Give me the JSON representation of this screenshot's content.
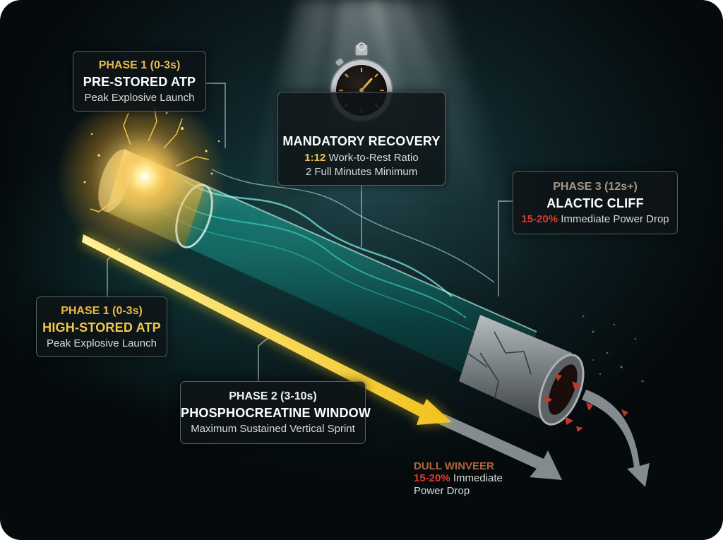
{
  "colors": {
    "gold": "#f1c84a",
    "teal": "#1fb7a6",
    "danger_red": "#e0392b",
    "card_bg": "#0e1416",
    "background": "#0c1d21"
  },
  "icons": {
    "stopwatch": "stopwatch-icon",
    "arrow": "down-right-arrow-icon"
  },
  "phase1_top": {
    "heading": "PHASE 1 (0-3s)",
    "title": "PRE-STORED ATP",
    "subtitle": "Peak Explosive Launch"
  },
  "recovery": {
    "title": "MANDATORY RECOVERY",
    "ratio_value": "1:12",
    "ratio_text": "Work-to-Rest Ratio",
    "minimum": "2 Full Minutes Minimum"
  },
  "phase3": {
    "heading": "PHASE 3 (12s+)",
    "title": "ALACTIC CLIFF",
    "drop_value": "15-20%",
    "drop_text": "Immediate Power Drop"
  },
  "phase1_left": {
    "heading": "PHASE 1 (0-3s)",
    "title": "HIGH-STORED ATP",
    "subtitle": "Peak Explosive Launch"
  },
  "phase2": {
    "heading": "PHASE 2 (3-10s)",
    "title": "PHOSPHOCREATINE WINDOW",
    "subtitle": "Maximum Sustained Vertical Sprint"
  },
  "dull": {
    "heading": "DULL WINVEER",
    "drop_value": "15-20%",
    "drop_text": "Immediate",
    "drop_text2": "Power Drop"
  }
}
